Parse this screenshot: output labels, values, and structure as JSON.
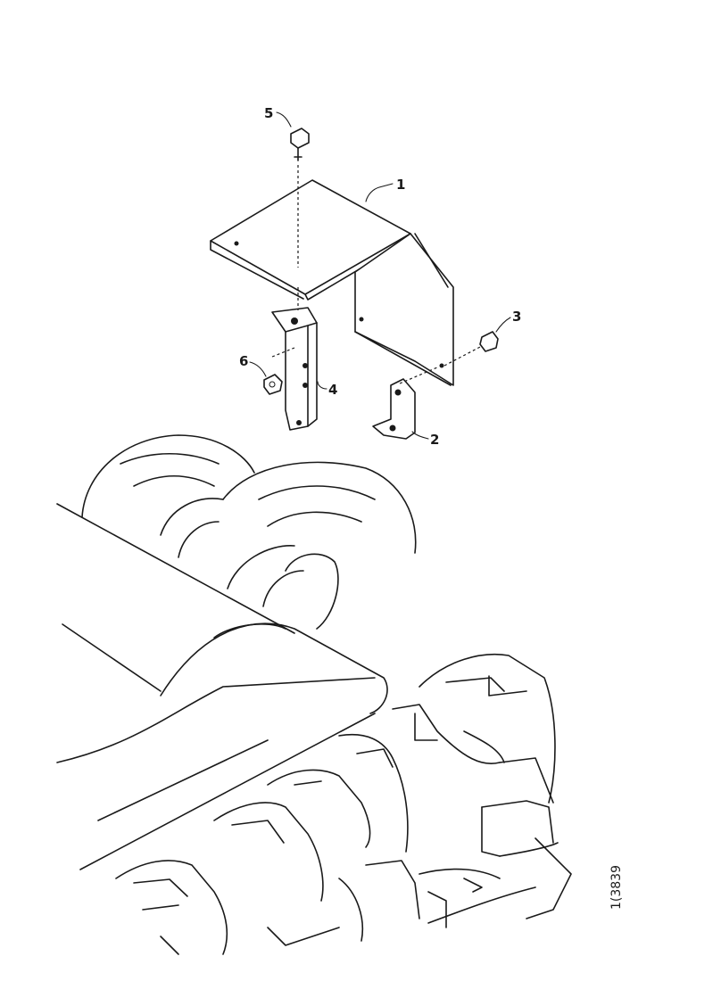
{
  "callouts": [
    {
      "id": "1",
      "label": "1"
    },
    {
      "id": "2",
      "label": "2"
    },
    {
      "id": "3",
      "label": "3"
    },
    {
      "id": "4",
      "label": "4"
    },
    {
      "id": "5",
      "label": "5"
    },
    {
      "id": "6",
      "label": "6"
    }
  ],
  "figure_ref": "1(3839"
}
